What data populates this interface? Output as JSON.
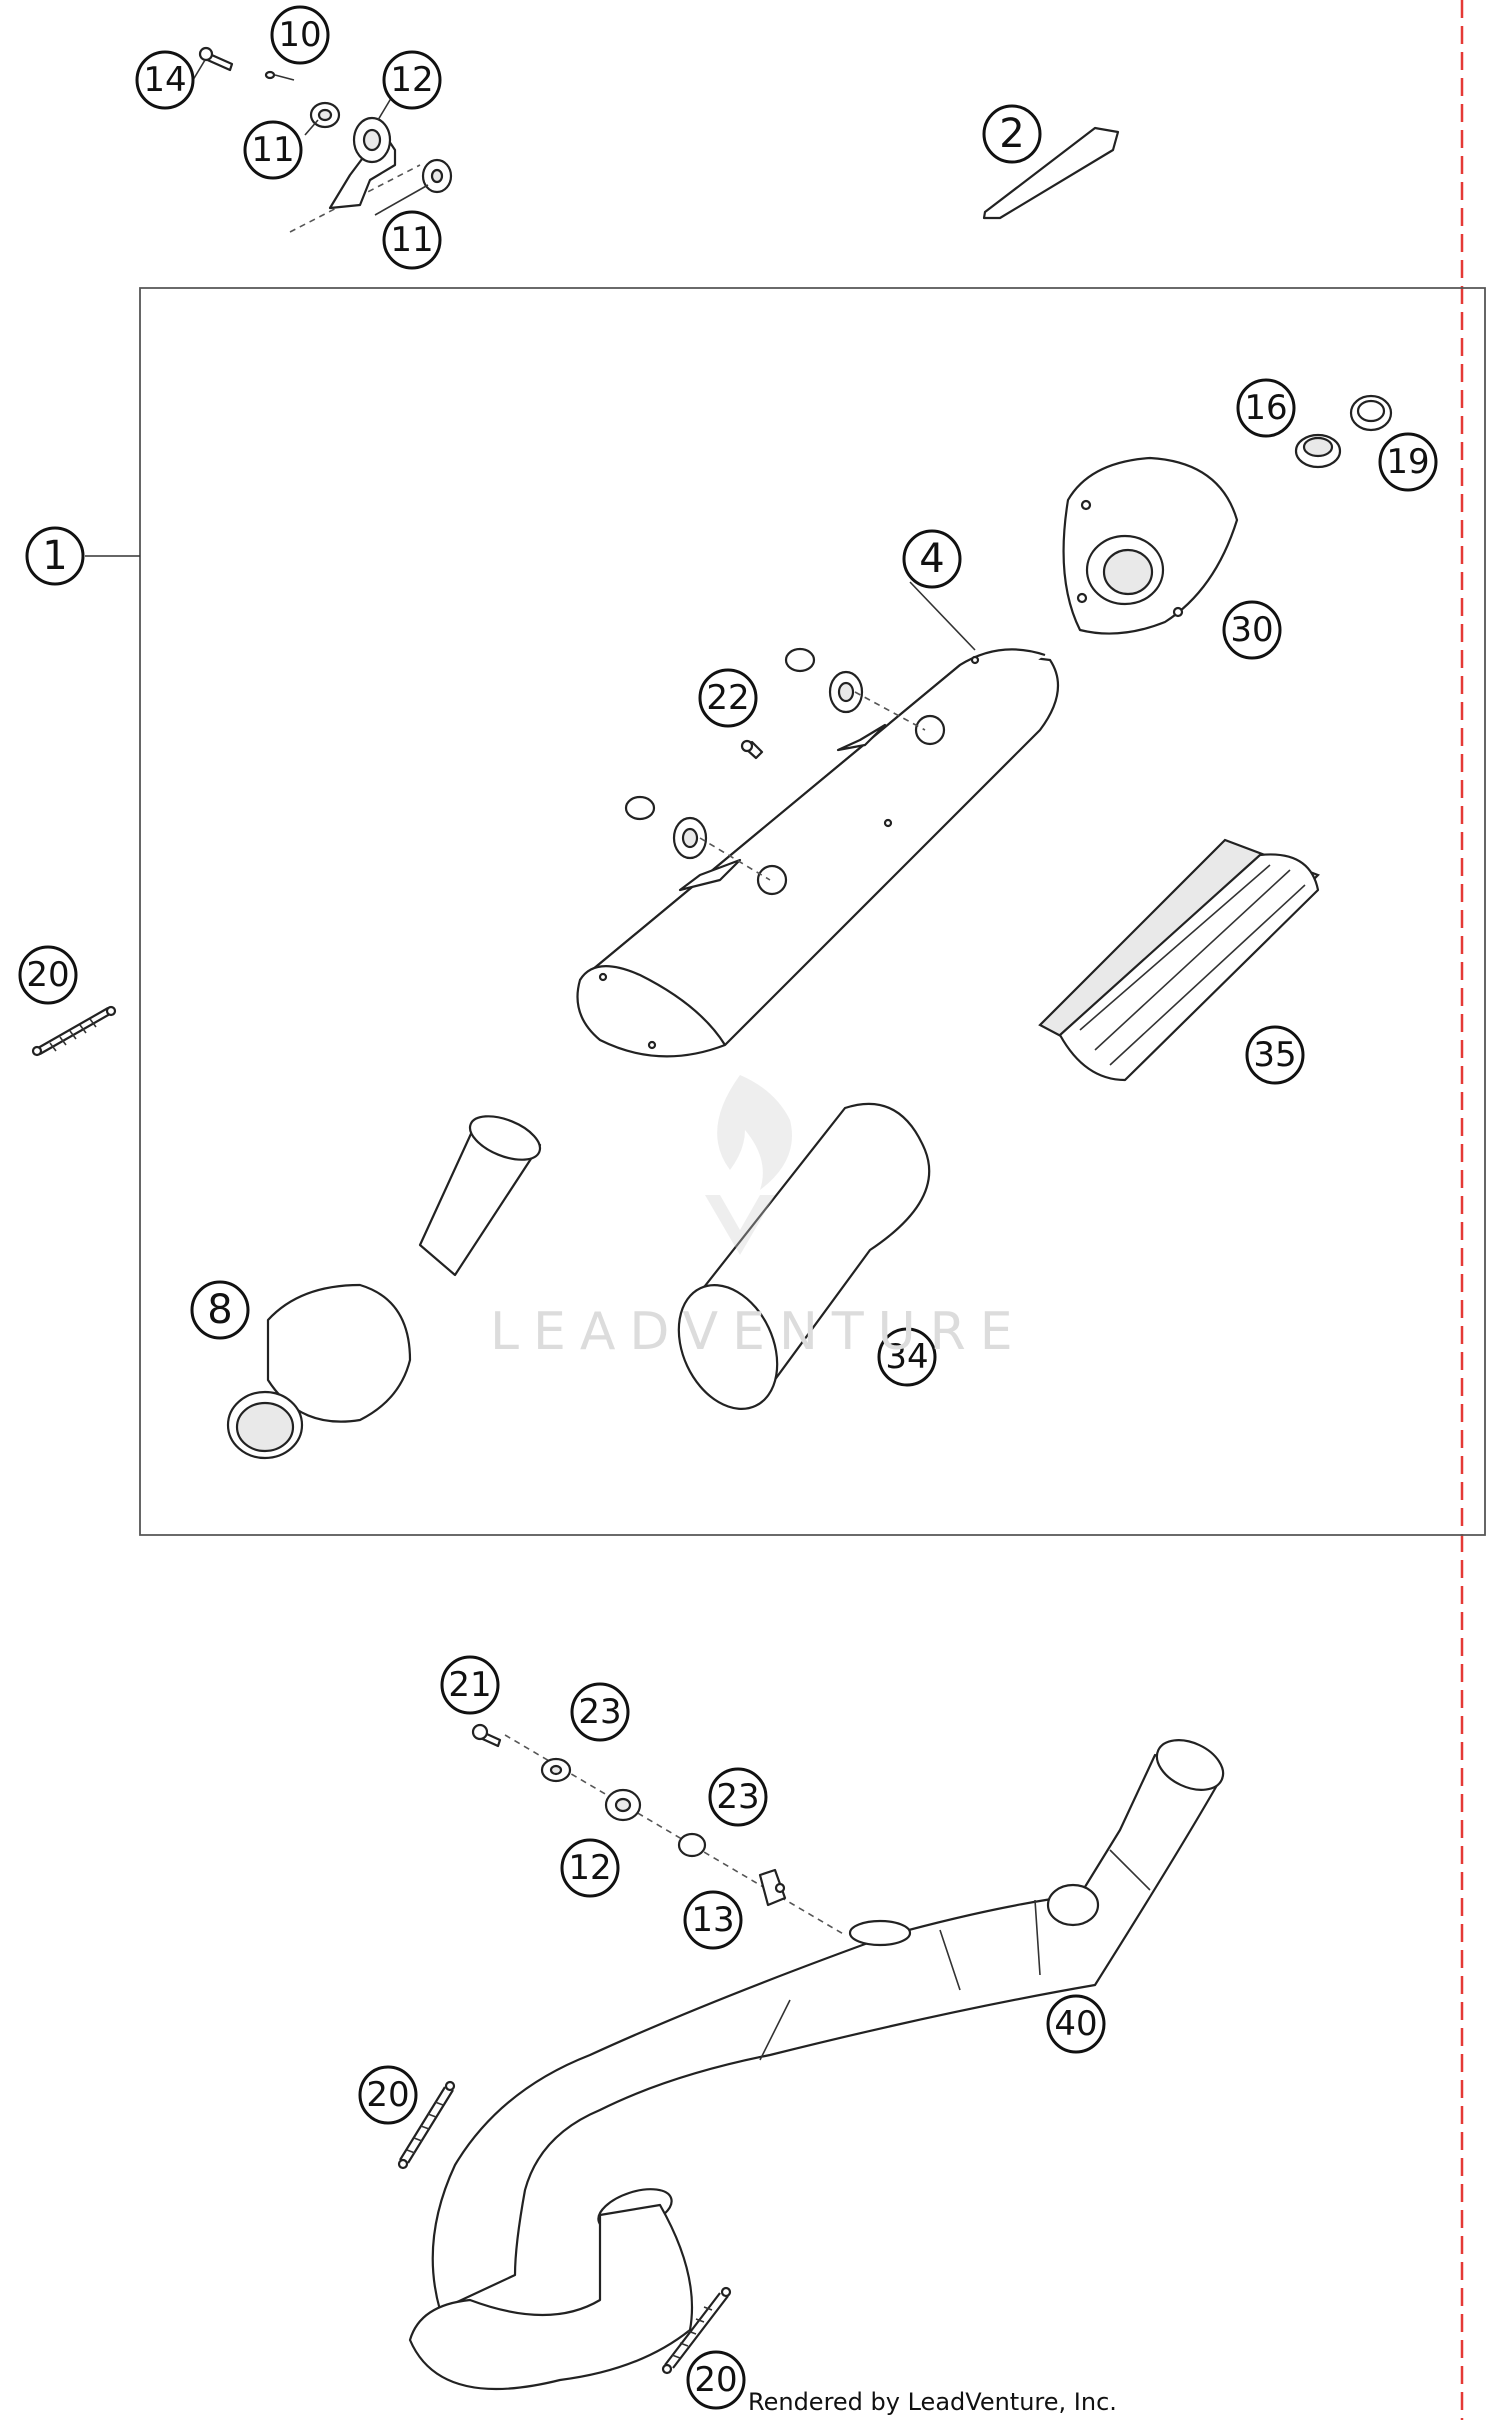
{
  "diagram": {
    "footer_text": "Rendered by LeadVenture, Inc.",
    "watermark_text": "LEADVENTURE",
    "accent_color": "#e53935",
    "callouts": {
      "c1": "1",
      "c2": "2",
      "c4": "4",
      "c8": "8",
      "c10": "10",
      "c11a": "11",
      "c11b": "11",
      "c12a": "12",
      "c12b": "12",
      "c13": "13",
      "c14": "14",
      "c16": "16",
      "c19": "19",
      "c20a": "20",
      "c20b": "20",
      "c20c": "20",
      "c21": "21",
      "c22": "22",
      "c23a": "23",
      "c23b": "23",
      "c30": "30",
      "c34": "34",
      "c35": "35",
      "c40": "40"
    }
  }
}
